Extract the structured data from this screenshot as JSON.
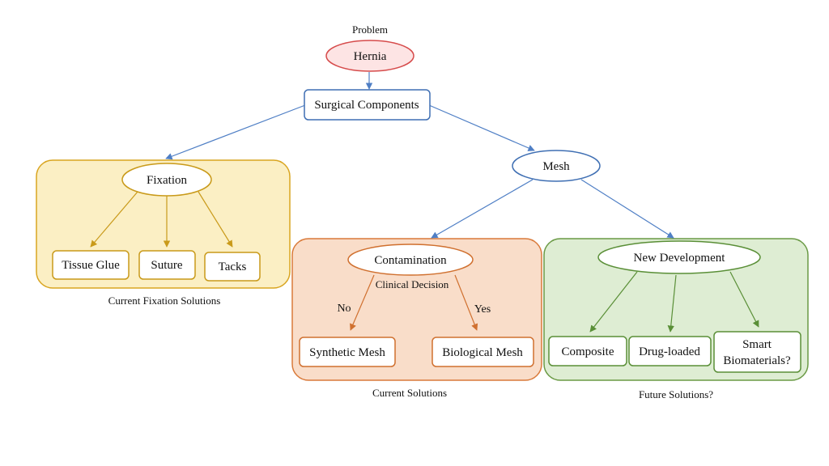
{
  "problem_label": "Problem",
  "hernia": "Hernia",
  "surgical_components": "Surgical Components",
  "fixation": {
    "title": "Fixation",
    "items": [
      "Tissue Glue",
      "Suture",
      "Tacks"
    ],
    "caption": "Current Fixation Solutions"
  },
  "mesh": "Mesh",
  "current": {
    "title": "Contamination",
    "decision": "Clinical Decision",
    "no": "No",
    "yes": "Yes",
    "items": [
      "Synthetic Mesh",
      "Biological Mesh"
    ],
    "caption": "Current Solutions"
  },
  "future": {
    "title": "New Development",
    "items": [
      "Composite",
      "Drug-loaded"
    ],
    "smart_line1": "Smart",
    "smart_line2": "Biomaterials?",
    "caption": "Future Solutions?"
  },
  "colors": {
    "blue": "#4f7fc5",
    "hernia_red": "#d64b4b",
    "yellow_fill": "#fbefc4",
    "yellow_border": "#d9a520",
    "orange_fill": "#f9ddc9",
    "orange_border": "#d97a3a",
    "green_fill": "#deedd3",
    "green_border": "#6a9a45"
  }
}
